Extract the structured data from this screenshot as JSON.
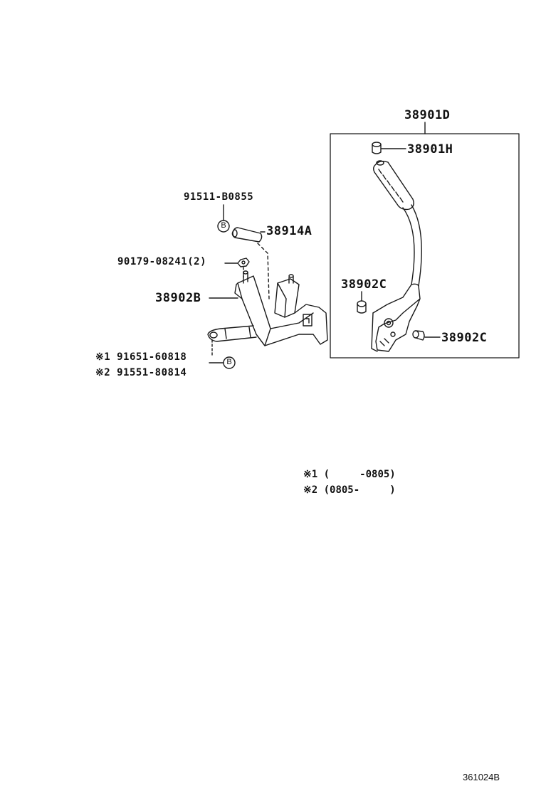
{
  "parts": {
    "lever_assy": "38901D",
    "knob": "38901H",
    "bushing_left": "38902C",
    "bushing_right": "38902C",
    "bracket": "38902B",
    "pin": "38914A",
    "bolt_top": "91511-B0855",
    "nut": "90179-08241(2)",
    "bolt_variant_1": "※1  91651-60818",
    "bolt_variant_2": "※2  91551-80814"
  },
  "markers": {
    "bolt_marker_top": "B",
    "bolt_marker_bottom": "B"
  },
  "notes": [
    "※1 (     -0805)",
    "※2 (0805-     )"
  ],
  "reference_code": "361024B"
}
